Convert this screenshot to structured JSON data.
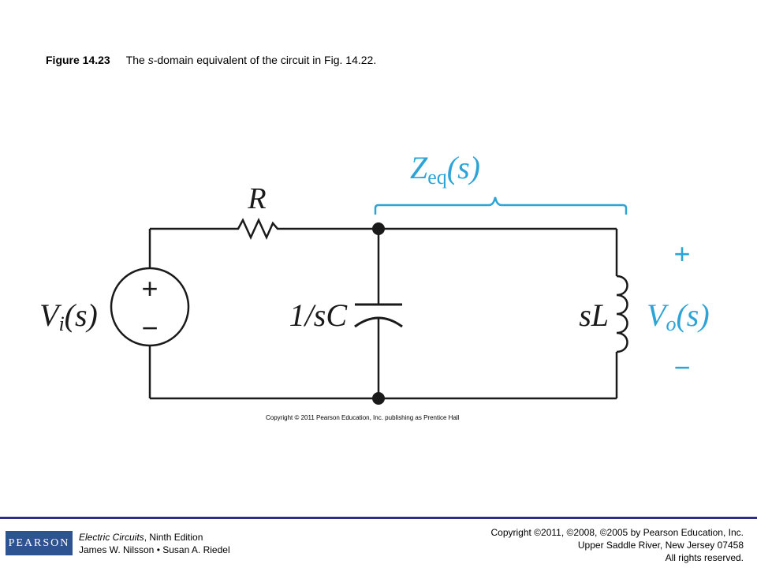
{
  "caption": {
    "figure_number": "Figure 14.23",
    "text_before": "The ",
    "text_italic": "s",
    "text_after": "-domain equivalent of the circuit in Fig. 14.22."
  },
  "labels": {
    "resistor": "R",
    "capacitor": "1/sC",
    "inductor": "sL",
    "source_v": "V",
    "source_sub": "i",
    "source_arg": "(s)",
    "output_v": "V",
    "output_sub": "o",
    "output_arg": "(s)",
    "zeq_z": "Z",
    "zeq_sub": "eq",
    "zeq_arg": "(s)",
    "source_plus": "+",
    "source_minus": "−",
    "output_plus": "+",
    "output_minus": "−"
  },
  "colors": {
    "wire": "#1a1a1a",
    "accent": "#2ea3d6",
    "footer_bar": "#2d2f86",
    "logo_bg": "#2e5391"
  },
  "credit": "Copyright © 2011 Pearson Education, Inc. publishing as Prentice Hall",
  "footer": {
    "logo": "PEARSON",
    "book_title": "Electric Circuits",
    "book_edition": ", Ninth Edition",
    "authors": "James W. Nilsson • Susan A. Riedel",
    "copyright_line1": "Copyright ©2011, ©2008, ©2005 by Pearson Education, Inc.",
    "copyright_line2": "Upper Saddle River, New Jersey 07458",
    "copyright_line3": "All rights reserved."
  }
}
